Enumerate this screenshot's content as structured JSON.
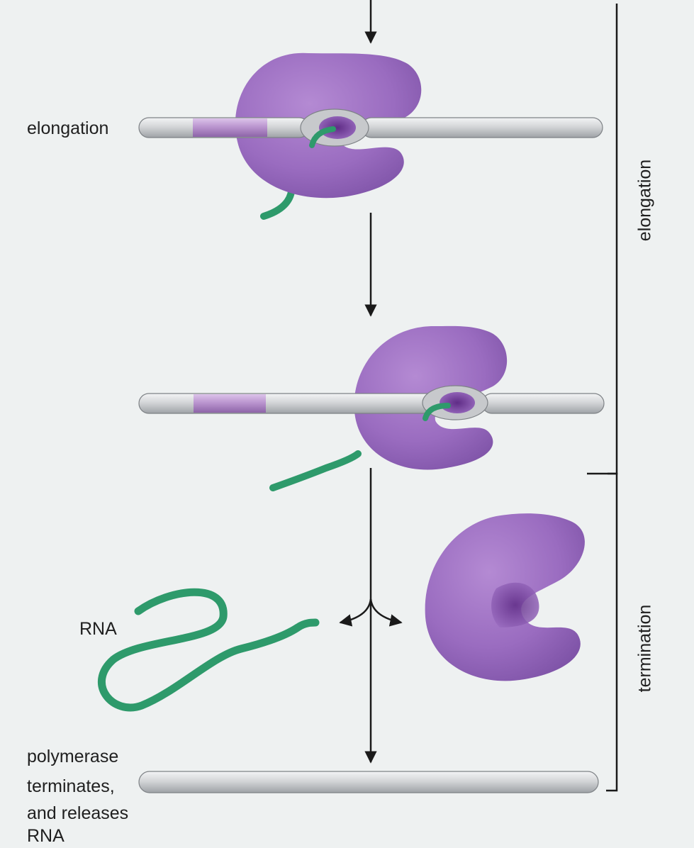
{
  "labels": {
    "elongation_step": "elongation",
    "rna": "RNA",
    "polymerase_1": "polymerase",
    "polymerase_2": "terminates,",
    "polymerase_3": "and releases",
    "polymerase_4": "RNA"
  },
  "brackets": {
    "elongation": "elongation",
    "termination": "termination"
  },
  "colors": {
    "background": "#eef1f1",
    "polymerase": "#9b6cbf",
    "polymerase_dark": "#6a3d8f",
    "dna": "#c9cbcd",
    "dna_segment": "#b58fca",
    "rna": "#2e9a6b",
    "line": "#1a1a1a"
  }
}
